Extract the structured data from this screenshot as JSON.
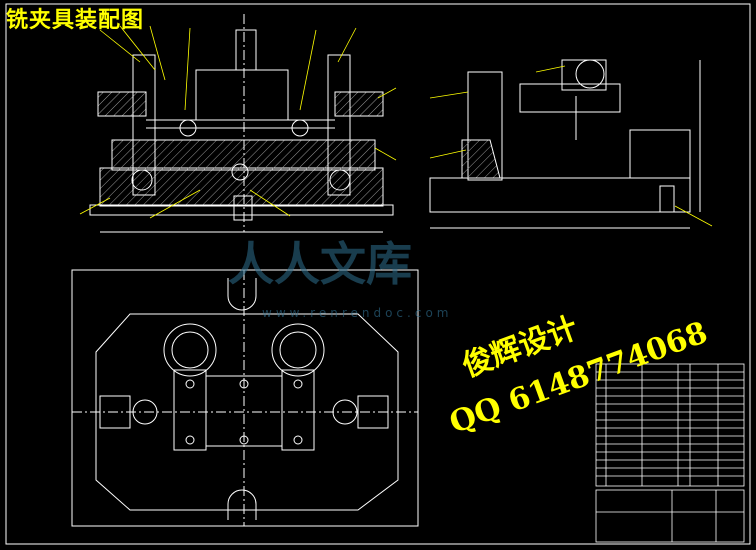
{
  "title": "铣夹具装配图",
  "watermark": {
    "logo_text": "人人文库",
    "url": "www.renrendoc.com",
    "author": "俊辉设计",
    "qq": "QQ 6148774068"
  },
  "colors": {
    "background": "#000000",
    "outline": "#ffffff",
    "leader": "#ffff00",
    "hatch": "#aaaaaa",
    "green_text": "#00ff00",
    "watermark_yellow": "#ffff00",
    "watermark_blue": "#2f6f8f"
  }
}
